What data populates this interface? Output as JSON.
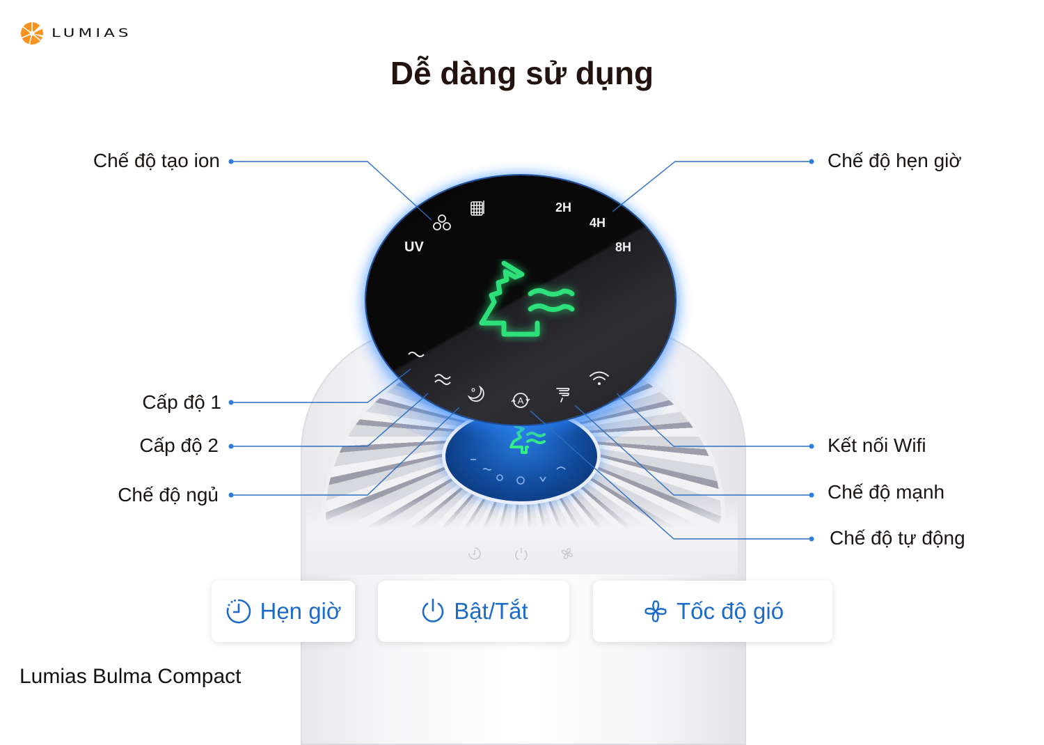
{
  "brand": {
    "name": "LUMIAS",
    "logo_color": "#f7931e"
  },
  "page": {
    "title": "Dễ dàng sử dụng",
    "product_name": "Lumias Bulma Compact"
  },
  "colors": {
    "accent_blue": "#1c6bc9",
    "callout_line": "#2a6fc0",
    "display_green": "#2ee07a",
    "title_color": "#23130f"
  },
  "display": {
    "top_labels": [
      "UV",
      "2H",
      "4H",
      "8H"
    ],
    "top_icons": [
      "ion-icon",
      "filter-grid-icon"
    ],
    "center_icon": "tree-wind-icon",
    "bottom_icons": [
      "level-1-wave-icon",
      "level-2-wave-icon",
      "sleep-moon-icon",
      "auto-mode-icon",
      "turbo-tornado-icon",
      "wifi-icon"
    ]
  },
  "callouts": {
    "left": [
      {
        "label": "Chế độ tạo ion",
        "target": "ion-icon"
      },
      {
        "label": "Cấp độ 1",
        "target": "level-1-wave-icon"
      },
      {
        "label": "Cấp độ 2",
        "target": "level-2-wave-icon"
      },
      {
        "label": "Chế độ ngủ",
        "target": "sleep-moon-icon"
      }
    ],
    "right": [
      {
        "label": "Chế độ hẹn giờ",
        "target": "4H"
      },
      {
        "label": "Kết nối Wifi",
        "target": "wifi-icon"
      },
      {
        "label": "Chế độ mạnh",
        "target": "turbo-tornado-icon"
      },
      {
        "label": "Chế độ tự động",
        "target": "auto-mode-icon"
      }
    ]
  },
  "buttons": [
    {
      "label": "Hẹn giờ",
      "icon": "timer-icon"
    },
    {
      "label": "Bật/Tắt",
      "icon": "power-icon"
    },
    {
      "label": "Tốc độ gió",
      "icon": "fan-icon"
    }
  ],
  "device_touch_buttons": [
    "timer-icon",
    "power-icon",
    "fan-icon"
  ]
}
